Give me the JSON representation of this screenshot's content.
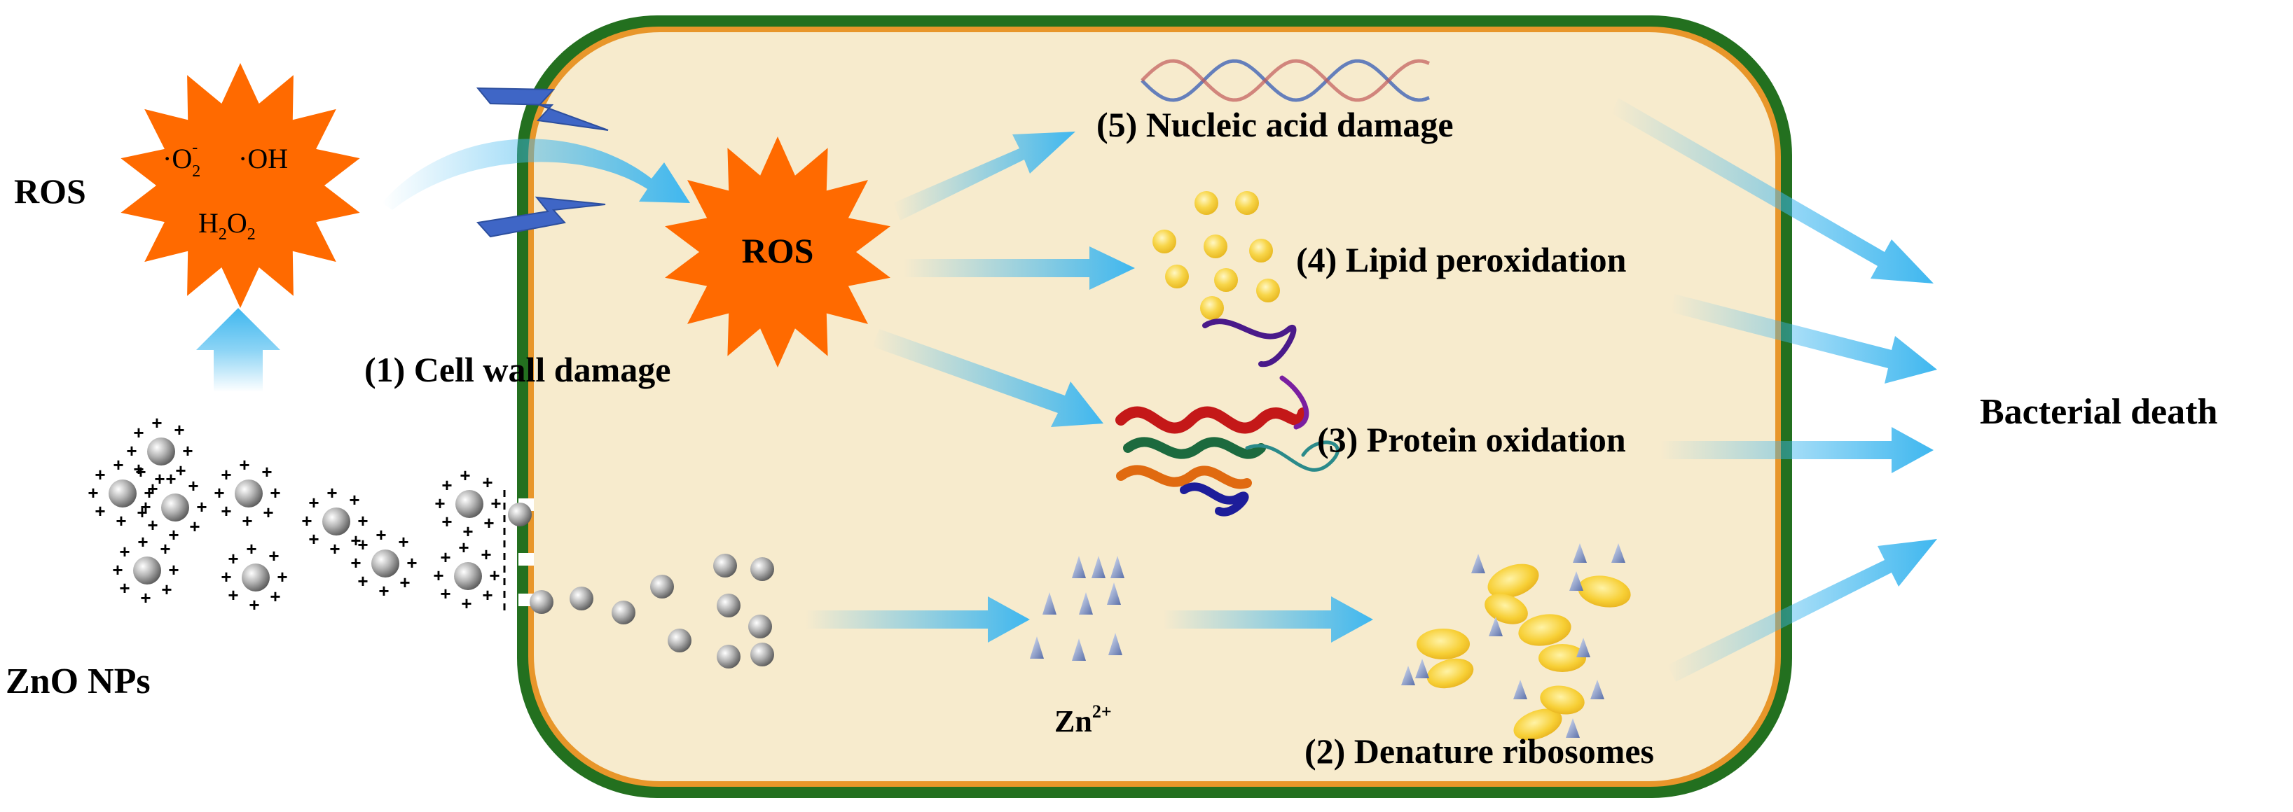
{
  "labels": {
    "ros_outside": "ROS",
    "ros_species_superoxide_base": "·O",
    "ros_species_superoxide_sub": "2",
    "ros_species_superoxide_sup": "-",
    "ros_species_hydroxyl": "·OH",
    "ros_species_h2o2_h": "H",
    "ros_species_h2o2_sub1": "2",
    "ros_species_h2o2_o": "O",
    "ros_species_h2o2_sub2": "2",
    "ros_inside": "ROS",
    "zno_nps": "ZnO NPs",
    "zn_ion_base": "Zn",
    "zn_ion_sup": "2+",
    "damage_1": "(1) Cell wall damage",
    "damage_2": "(2) Denature ribosomes",
    "damage_3": "(3) Protein oxidation",
    "damage_4": "(4) Lipid peroxidation",
    "damage_5": "(5) Nucleic acid damage",
    "outcome": "Bacterial death"
  },
  "colors": {
    "cell_fill": "#f7ebcd",
    "cell_outer": "#23701f",
    "cell_inner": "#e8962a",
    "ros_star": "#ff6a00",
    "arrow": "#3fb7ef",
    "nanoparticle": "#8a8a8a",
    "lipid": "#f5cd35",
    "zn_ion": "#7f93c4",
    "lightning": "#3f66c6"
  }
}
